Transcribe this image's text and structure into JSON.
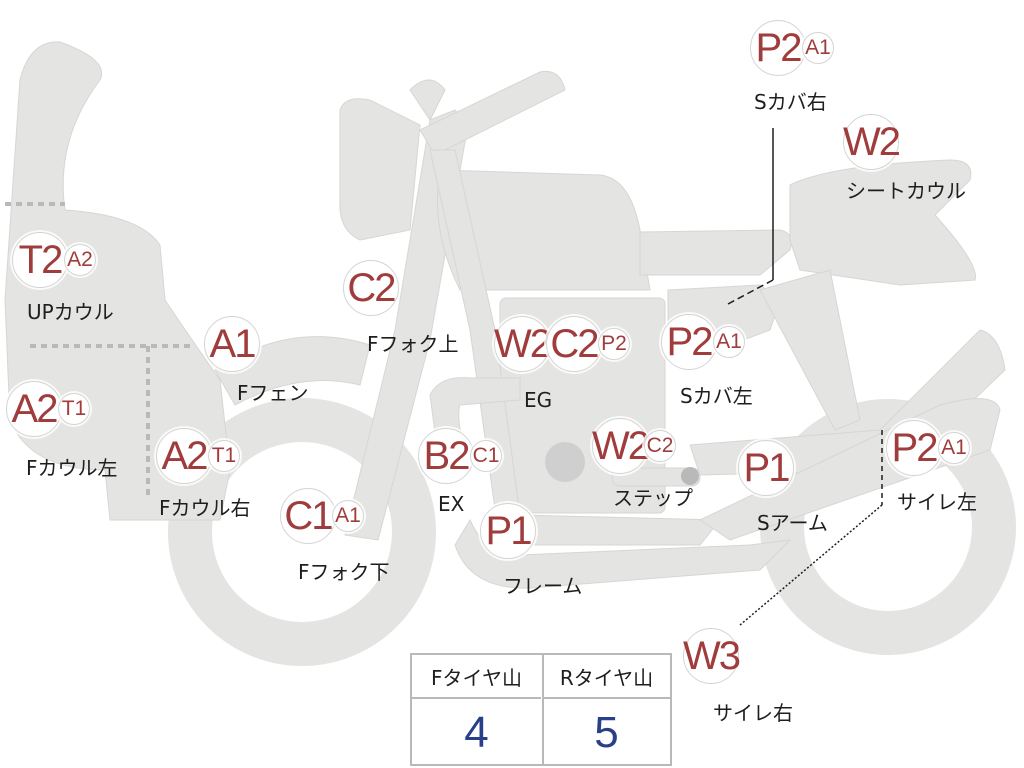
{
  "colors": {
    "body": "#e4e4e2",
    "outline": "#cfcfcf",
    "damage_code": "#a03c3c",
    "tire_value": "#2a3f8a",
    "text": "#1e1e1e"
  },
  "parts": [
    {
      "id": "s-cover-right",
      "label": "Sカバ右",
      "codes": [
        "P2",
        "A1"
      ]
    },
    {
      "id": "seat-cowl",
      "label": "シートカウル",
      "codes": [
        "W2"
      ]
    },
    {
      "id": "up-cowl",
      "label": "UPカウル",
      "codes": [
        "T2",
        "A2"
      ]
    },
    {
      "id": "f-fender",
      "label": "Fフェン",
      "codes": [
        "A1"
      ]
    },
    {
      "id": "f-fork-upper",
      "label": "Fフォク上",
      "codes": [
        "C2"
      ]
    },
    {
      "id": "engine",
      "label": "EG",
      "codes": [
        "W2",
        "C2",
        "P2"
      ]
    },
    {
      "id": "s-cover-left",
      "label": "Sカバ左",
      "codes": [
        "P2",
        "A1"
      ]
    },
    {
      "id": "f-cowl-left",
      "label": "Fカウル左",
      "codes": [
        "A2",
        "T1"
      ]
    },
    {
      "id": "f-cowl-right",
      "label": "Fカウル右",
      "codes": [
        "A2",
        "T1"
      ]
    },
    {
      "id": "exhaust",
      "label": "EX",
      "codes": [
        "B2",
        "C1"
      ]
    },
    {
      "id": "step",
      "label": "ステップ",
      "codes": [
        "W2",
        "C2"
      ]
    },
    {
      "id": "s-arm",
      "label": "Sアーム",
      "codes": [
        "P1"
      ]
    },
    {
      "id": "silencer-left",
      "label": "サイレ左",
      "codes": [
        "P2",
        "A1"
      ]
    },
    {
      "id": "f-fork-lower",
      "label": "Fフォク下",
      "codes": [
        "C1",
        "A1"
      ]
    },
    {
      "id": "frame",
      "label": "フレーム",
      "codes": [
        "P1"
      ]
    },
    {
      "id": "silencer-right",
      "label": "サイレ右",
      "codes": [
        "W3"
      ]
    }
  ],
  "tire_table": {
    "front_header": "Fタイヤ山",
    "rear_header": "Rタイヤ山",
    "front_value": "4",
    "rear_value": "5"
  }
}
